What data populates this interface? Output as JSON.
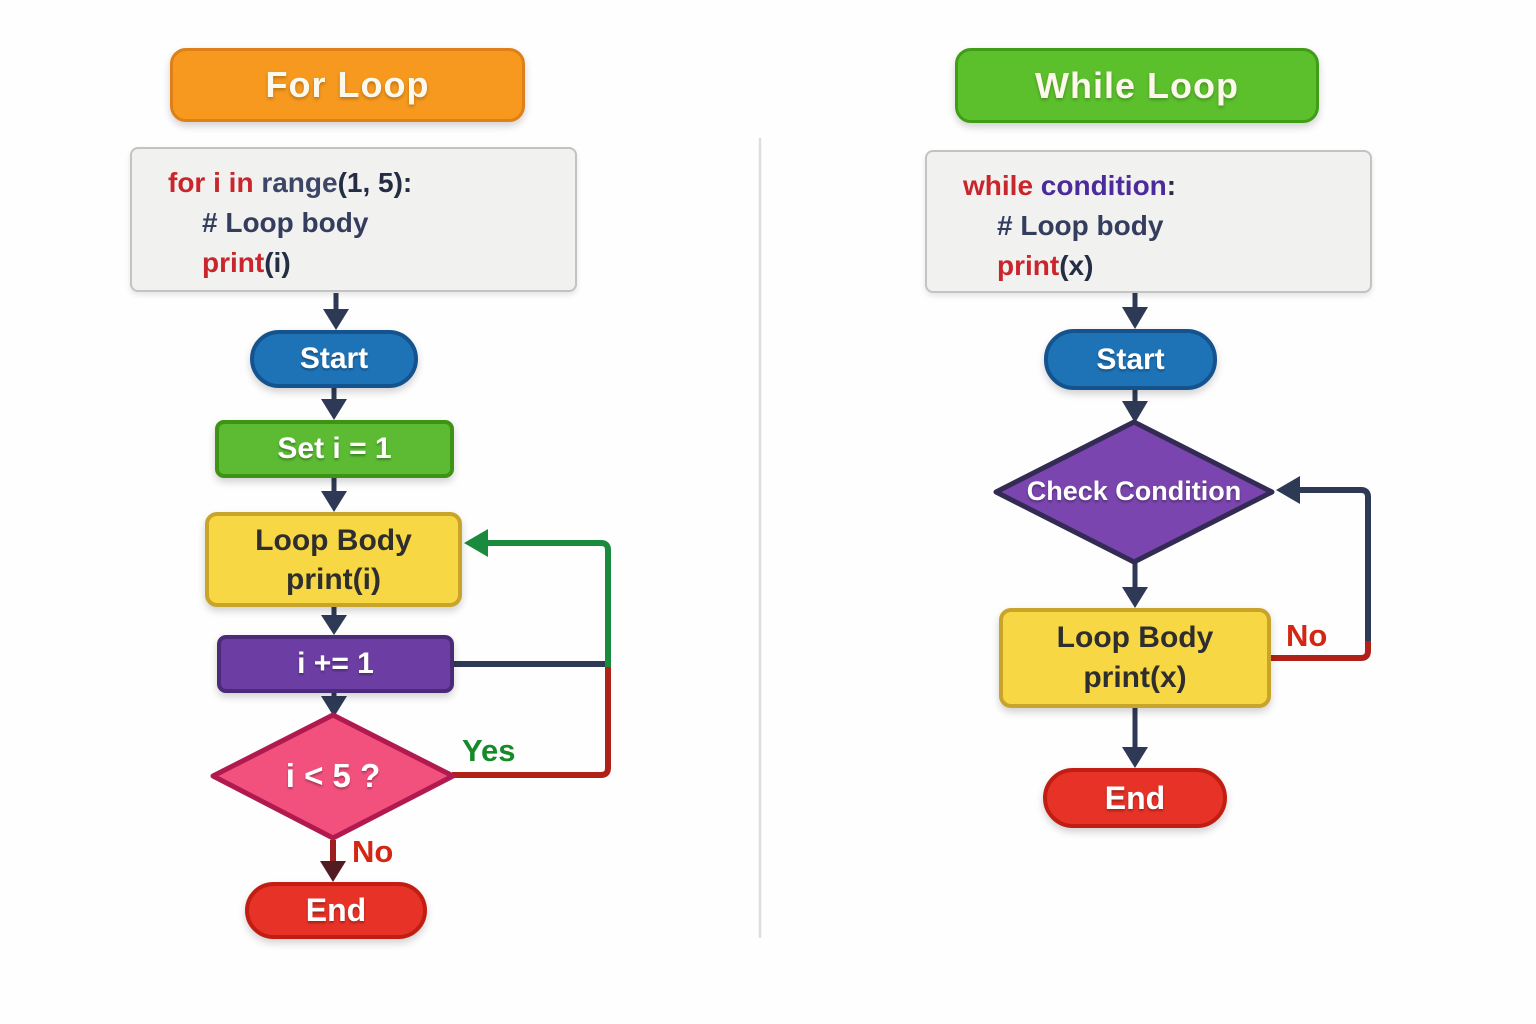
{
  "left": {
    "title": "For Loop",
    "code": {
      "line1": [
        {
          "t": "for i in ",
          "c": "red"
        },
        {
          "t": "range",
          "c": "slate"
        },
        {
          "t": "(1, 5):",
          "c": "dark"
        }
      ],
      "line2": [
        {
          "t": "# Loop body",
          "c": "navy"
        }
      ],
      "line3": [
        {
          "t": "print",
          "c": "red"
        },
        {
          "t": "(i)",
          "c": "dark"
        }
      ]
    },
    "nodes": {
      "start": "Start",
      "init": "Set i = 1",
      "body_line1": "Loop Body",
      "body_line2": "print(i)",
      "increment": "i += 1",
      "condition": "i < 5 ?",
      "end": "End"
    },
    "labels": {
      "yes": "Yes",
      "no": "No"
    }
  },
  "right": {
    "title": "While Loop",
    "code": {
      "line1": [
        {
          "t": "while ",
          "c": "red"
        },
        {
          "t": "condition",
          "c": "purple"
        },
        {
          "t": ":",
          "c": "dark"
        }
      ],
      "line2": [
        {
          "t": "# Loop body",
          "c": "navy"
        }
      ],
      "line3": [
        {
          "t": "print",
          "c": "red"
        },
        {
          "t": "(x)",
          "c": "dark"
        }
      ]
    },
    "nodes": {
      "start": "Start",
      "condition": "Check Condition",
      "body_line1": "Loop Body",
      "body_line2": "print(x)",
      "end": "End"
    },
    "labels": {
      "no": "No"
    }
  },
  "colors": {
    "for_title": "#f6991e",
    "while_title": "#5cc02d",
    "start_blue": "#1e73b7",
    "init_green": "#5cbb33",
    "body_yellow": "#f7d844",
    "increment_purple": "#6c3ea3",
    "condition_pink": "#f2517e",
    "condition_purple": "#7a45ae",
    "end_red": "#e63227",
    "arrow_navy": "#2e3a55",
    "loop_green": "#1a8a3c",
    "loop_red": "#b02218",
    "yes_green": "#168a28",
    "no_red": "#d32714"
  }
}
